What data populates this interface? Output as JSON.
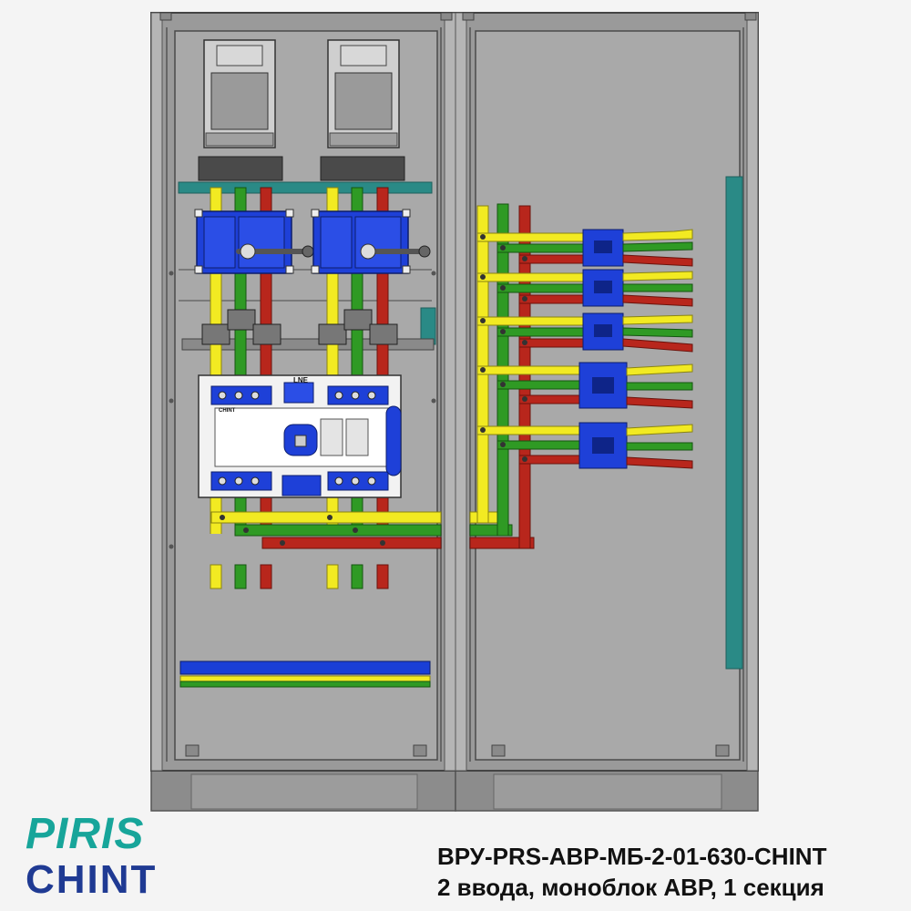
{
  "brand": {
    "piris": "PIRIS",
    "chint": "CHINT"
  },
  "caption": {
    "line1": "ВРУ-PRS-АВР-МБ-2-01-630-CHINT",
    "line2": "2 ввода, моноблок АВР, 1 секция"
  },
  "diagram": {
    "ats_label": "LNE",
    "ats_brand": "CHINT"
  },
  "colors": {
    "phase_yellow": "#f2ea22",
    "phase_green": "#2f9a24",
    "phase_red": "#b8261c",
    "neutral_blue": "#1a3fd6",
    "breaker_blue": "#1e40d8",
    "cabinet_grey": "#a6a6a6",
    "teal": "#2a8a86",
    "brand_teal": "#17a59a",
    "brand_navy": "#1f3a93"
  }
}
